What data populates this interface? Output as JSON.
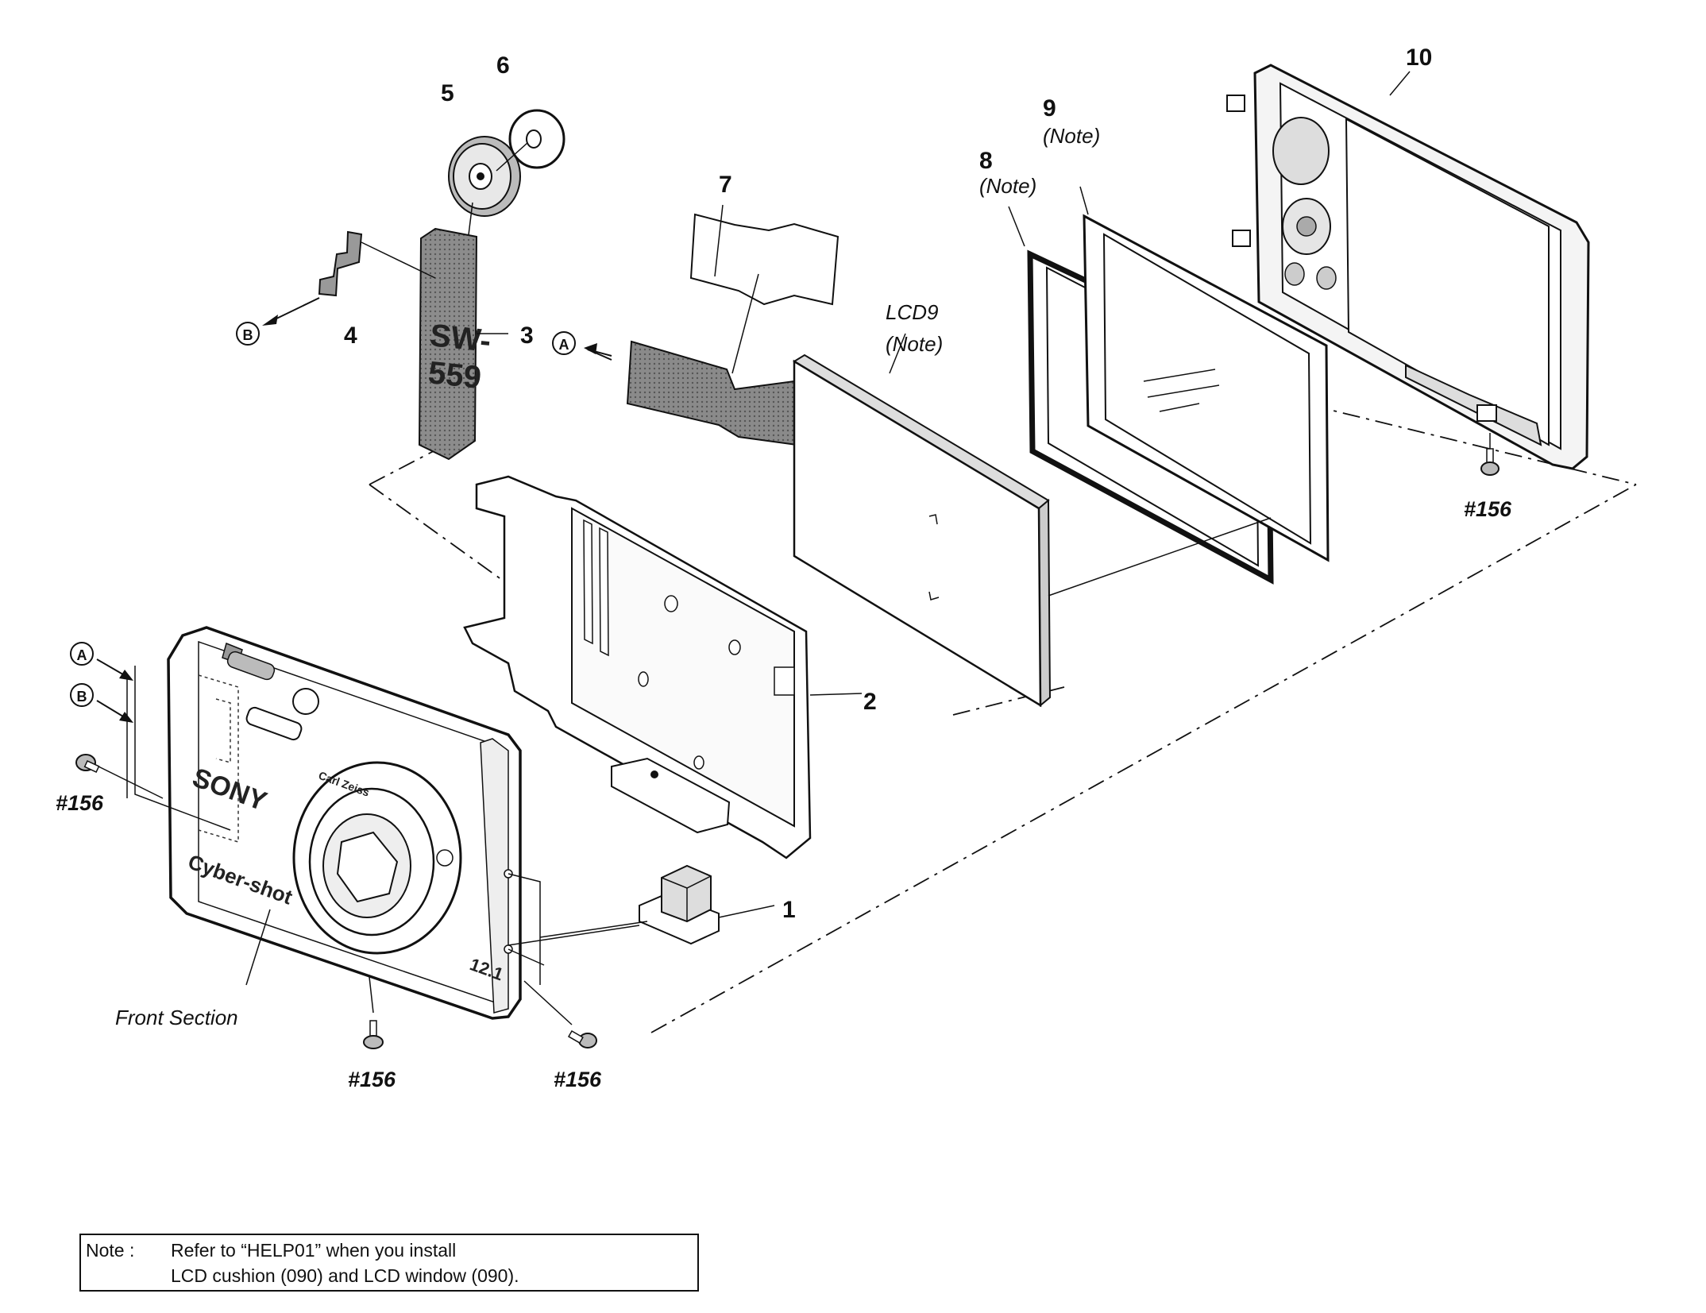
{
  "callouts": {
    "p1": "1",
    "p2": "2",
    "p3": "3",
    "p4": "4",
    "p5": "5",
    "p6": "6",
    "p7": "7",
    "p8": "8",
    "p9": "9",
    "p10": "10",
    "lcd": "LCD9",
    "note_ref": "(Note)",
    "screw": "#156",
    "marker_a": "A",
    "marker_b": "B",
    "front_section": "Front Section"
  },
  "board_print": {
    "line1": "SW-",
    "line2": "559"
  },
  "camera_print": {
    "brand": "SONY",
    "model": "Cyber-shot",
    "lens": "Carl Zeiss",
    "mp": "12.1"
  },
  "note": {
    "label": "Note :",
    "line1": "Refer to “HELP01” when you install",
    "line2": "LCD cushion (090) and LCD window (090)."
  }
}
